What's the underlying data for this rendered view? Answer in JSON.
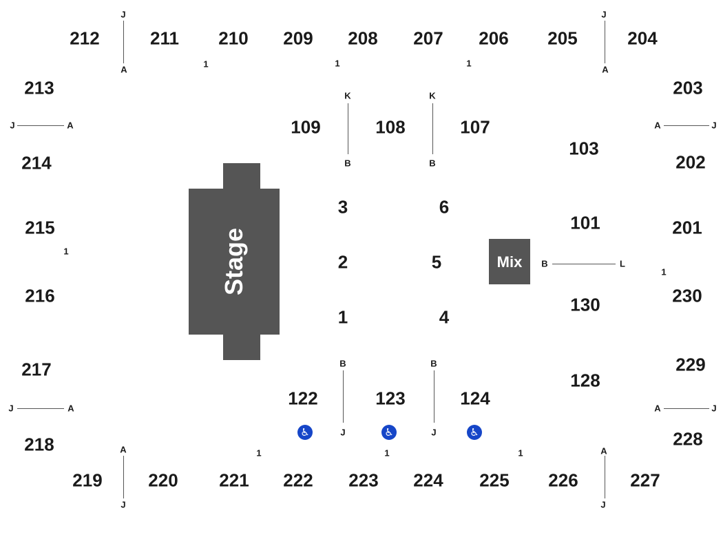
{
  "stage": {
    "label": "Stage"
  },
  "mix": {
    "label": "Mix"
  },
  "floor_sections": [
    "1",
    "2",
    "3",
    "4",
    "5",
    "6"
  ],
  "lower_sections": {
    "s101": "101",
    "s103": "103",
    "s107": "107",
    "s108": "108",
    "s109": "109",
    "s122": "122",
    "s123": "123",
    "s124": "124",
    "s128": "128",
    "s130": "130"
  },
  "upper_sections": {
    "s201": "201",
    "s202": "202",
    "s203": "203",
    "s204": "204",
    "s205": "205",
    "s206": "206",
    "s207": "207",
    "s208": "208",
    "s209": "209",
    "s210": "210",
    "s211": "211",
    "s212": "212",
    "s213": "213",
    "s214": "214",
    "s215": "215",
    "s216": "216",
    "s217": "217",
    "s218": "218",
    "s219": "219",
    "s220": "220",
    "s221": "221",
    "s222": "222",
    "s223": "223",
    "s224": "224",
    "s225": "225",
    "s226": "226",
    "s227": "227",
    "s228": "228",
    "s229": "229",
    "s230": "230"
  },
  "row_labels": {
    "a": "A",
    "b": "B",
    "j": "J",
    "k": "K",
    "l": "L",
    "one": "1"
  },
  "accessibility_symbol": "♿",
  "colors": {
    "stage": "#555555",
    "mix": "#555555",
    "accessible": "#1646c8"
  }
}
